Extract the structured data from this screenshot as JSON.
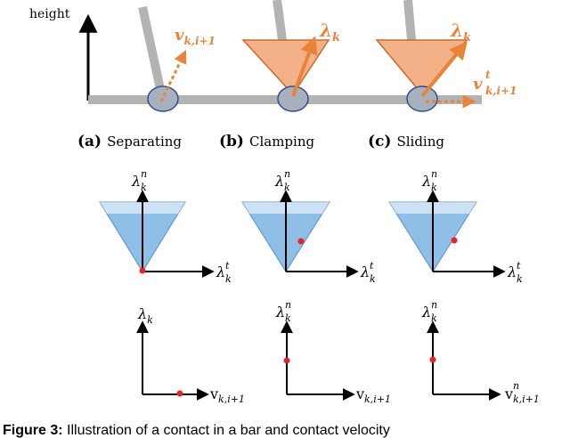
{
  "colors": {
    "bar": "#b3b3b3",
    "contact_circle": "#a9b0bd",
    "contact_stroke": "#2f4f8f",
    "orange": "#e8843a",
    "cone_fill": "#f3a97a",
    "cone_stroke": "#c86a30",
    "blue_fill": "#8fbfe6",
    "blue_stroke": "#5a8fc4",
    "red": "#e8222a",
    "ink": "#000000"
  },
  "top": {
    "axis_label": "height",
    "labels": {
      "sep_vel": {
        "main": "v",
        "sub": "k,i+1"
      },
      "clamp_lambda": {
        "main": "λ",
        "sub": "k"
      },
      "slide_lambda": {
        "main": "λ",
        "sub": "k"
      },
      "slide_vel": {
        "main": "v",
        "sup": "t",
        "sub": "k,i+1"
      }
    },
    "captions": {
      "a": {
        "tag": "(a)",
        "text": "Separating"
      },
      "b": {
        "tag": "(b)",
        "text": "Clamping"
      },
      "c": {
        "tag": "(c)",
        "text": "Sliding"
      }
    }
  },
  "middle": {
    "panels": [
      {
        "yaxis": {
          "main": "λ",
          "sup": "n",
          "sub": "k"
        },
        "xaxis": {
          "main": "λ",
          "sup": "t",
          "sub": "k"
        }
      },
      {
        "yaxis": {
          "main": "λ",
          "sup": "n",
          "sub": "k"
        },
        "xaxis": {
          "main": "λ",
          "sup": "t",
          "sub": "k"
        }
      },
      {
        "yaxis": {
          "main": "λ",
          "sup": "n",
          "sub": "k"
        },
        "xaxis": {
          "main": "λ",
          "sup": "t",
          "sub": "k"
        }
      }
    ]
  },
  "bottom": {
    "panels": [
      {
        "yaxis": {
          "main": "λ",
          "sub": "k"
        },
        "xaxis": {
          "main": "v",
          "sub": "k,i+1"
        }
      },
      {
        "yaxis": {
          "main": "λ",
          "sup": "n",
          "sub": "k"
        },
        "xaxis": {
          "main": "v",
          "sub": "k,i+1"
        }
      },
      {
        "yaxis": {
          "main": "λ",
          "sup": "n",
          "sub": "k"
        },
        "xaxis": {
          "main": "v",
          "sup": "n",
          "sub": "k,i+1"
        }
      }
    ]
  },
  "figure_caption": {
    "label": "Figure 3:",
    "text": " Illustration of a contact in a bar and contact velocity"
  }
}
